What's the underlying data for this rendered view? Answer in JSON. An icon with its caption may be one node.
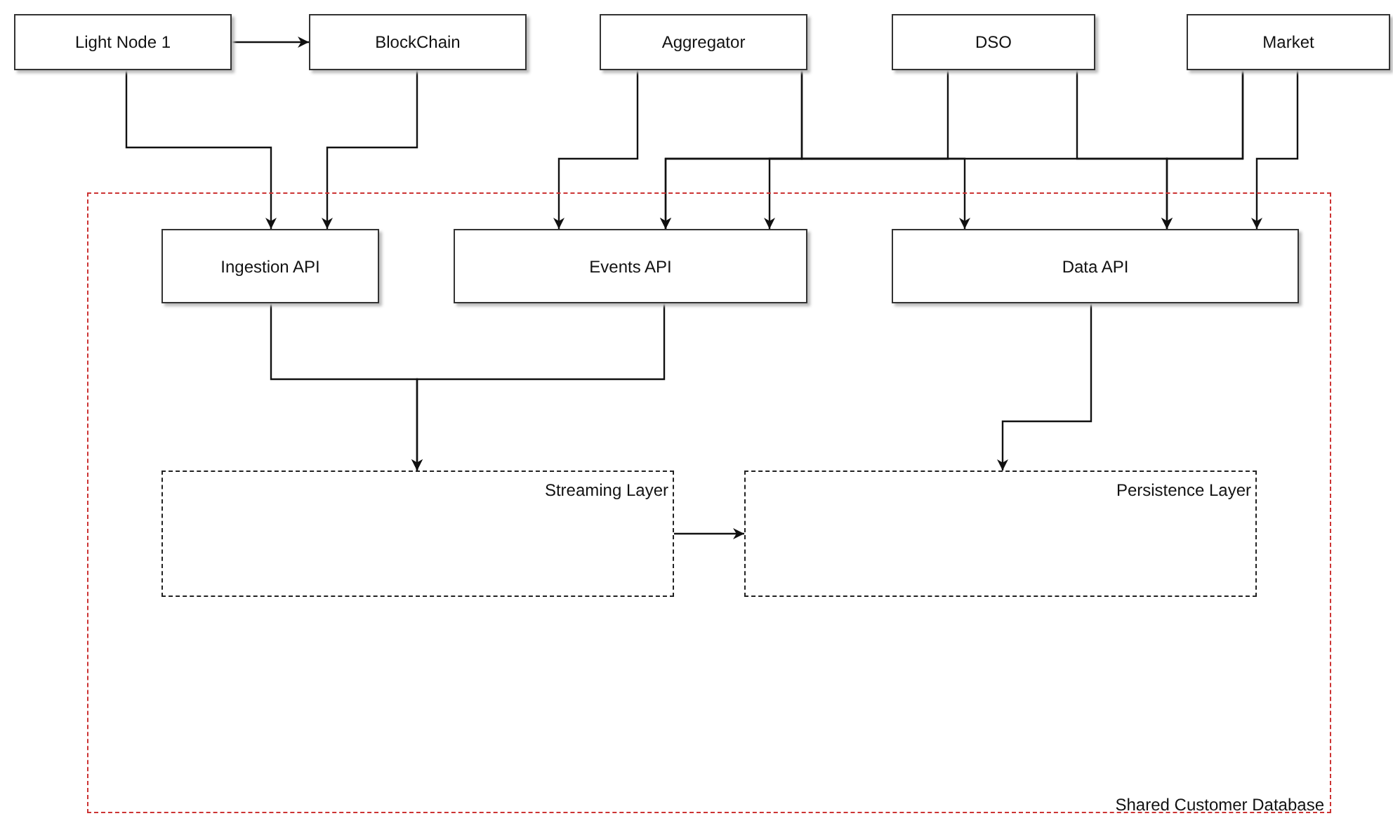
{
  "diagram": {
    "nodes": [
      {
        "text": [
          "Light Node 1"
        ]
      },
      {
        "text": [
          "BlockChain"
        ]
      },
      {
        "text": [
          "Aggregator"
        ]
      },
      {
        "text": [
          "DSO"
        ]
      },
      {
        "text": [
          "Market"
        ]
      },
      {
        "text": [
          "Shared Customer Database"
        ]
      },
      {
        "text": [
          "Ingestion API"
        ],
        "in": 5
      },
      {
        "text": [
          "Events API"
        ],
        "in": 5
      },
      {
        "text": [
          "Data API"
        ],
        "in": 5
      },
      {
        "text": [
          "Streaming Layer"
        ],
        "in": 5
      },
      {
        "text": [
          "Persistence Layer"
        ],
        "in": 5
      }
    ],
    "edges": [
      {
        "from": 0,
        "to": 1,
        "arrow": "to"
      },
      {
        "from": 0,
        "to": 6,
        "arrow": "to"
      },
      {
        "from": 1,
        "to": 6,
        "arrow": "to"
      },
      {
        "from": 2,
        "to": 7,
        "arrow": "to"
      },
      {
        "from": 2,
        "to": 7,
        "arrow": "to"
      },
      {
        "from": 2,
        "to": 8,
        "arrow": "to"
      },
      {
        "from": 3,
        "to": 7,
        "arrow": "to"
      },
      {
        "from": 3,
        "to": 8,
        "arrow": "to"
      },
      {
        "from": 4,
        "to": 7,
        "arrow": "to"
      },
      {
        "from": 4,
        "to": 8,
        "arrow": "to"
      },
      {
        "from": 4,
        "to": 8,
        "arrow": "to"
      },
      {
        "from": 6,
        "to": 9,
        "arrow": "to"
      },
      {
        "from": 7,
        "to": 9,
        "arrow": "to"
      },
      {
        "from": 8,
        "to": 10,
        "arrow": "to"
      },
      {
        "from": 9,
        "to": 10,
        "arrow": "to"
      }
    ]
  }
}
